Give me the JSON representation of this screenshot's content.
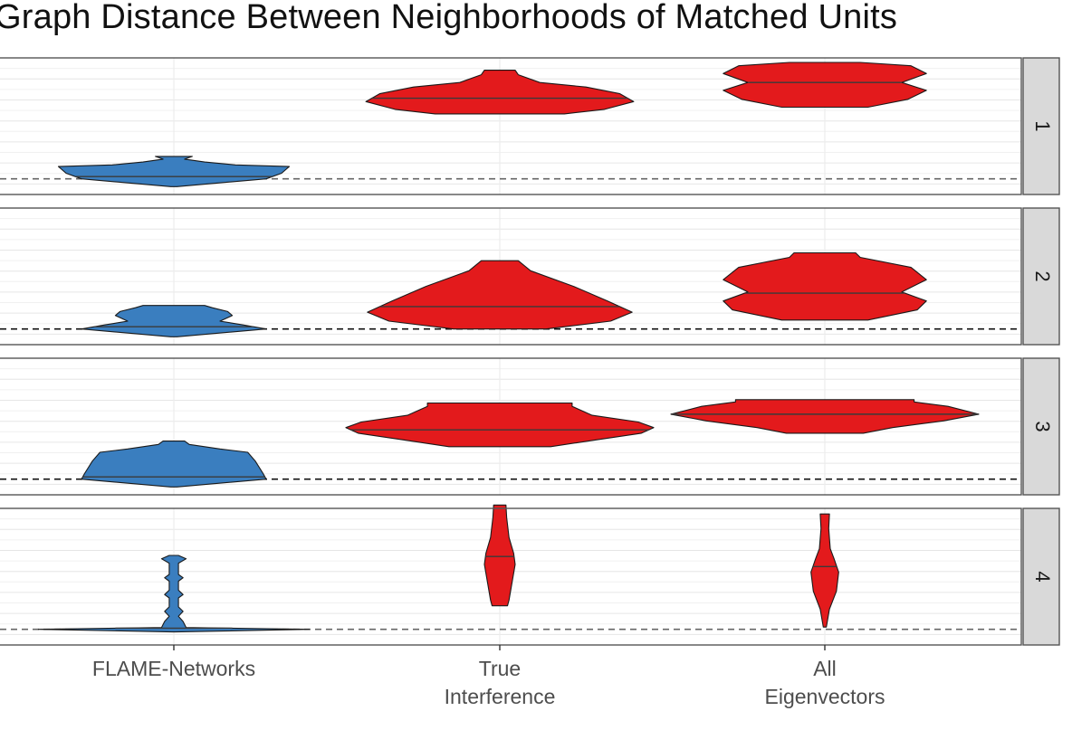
{
  "chart_data": {
    "type": "violin",
    "title": "Graph Distance Between Neighborhoods of Matched Units",
    "categories": [
      "FLAME-Networks",
      "True\nInterference",
      "All\nEigenvectors"
    ],
    "facets": [
      {
        "label": "1",
        "reference_line": 0,
        "violins": [
          {
            "category": "FLAME-Networks",
            "color": "#3a7ebf",
            "median": 0.1,
            "profile": [
              [
                -0.35,
                0.02
              ],
              [
                0.0,
                0.6
              ],
              [
                0.25,
                0.7
              ],
              [
                0.55,
                0.75
              ],
              [
                0.62,
                0.4
              ],
              [
                0.75,
                0.2
              ],
              [
                0.88,
                0.07
              ],
              [
                1.0,
                0.12
              ]
            ]
          },
          {
            "category": "True\nInterference",
            "color": "#e31a1c",
            "median": 3.6,
            "profile": [
              [
                2.9,
                0.42
              ],
              [
                3.1,
                0.68
              ],
              [
                3.45,
                0.87
              ],
              [
                3.8,
                0.78
              ],
              [
                4.1,
                0.56
              ],
              [
                4.3,
                0.26
              ],
              [
                4.65,
                0.12
              ],
              [
                4.85,
                0.1
              ]
            ]
          },
          {
            "category": "All\nEigenvectors",
            "color": "#e31a1c",
            "median": 4.3,
            "profile": [
              [
                3.2,
                0.28
              ],
              [
                3.55,
                0.54
              ],
              [
                3.95,
                0.66
              ],
              [
                4.3,
                0.5
              ],
              [
                4.7,
                0.66
              ],
              [
                5.05,
                0.56
              ],
              [
                5.2,
                0.23
              ]
            ]
          }
        ]
      },
      {
        "label": "2",
        "reference_line": 0,
        "violins": [
          {
            "category": "FLAME-Networks",
            "color": "#3a7ebf",
            "median": 0.1,
            "profile": [
              [
                -0.35,
                0.02
              ],
              [
                0.0,
                0.6
              ],
              [
                0.18,
                0.45
              ],
              [
                0.35,
                0.3
              ],
              [
                0.6,
                0.38
              ],
              [
                0.78,
                0.35
              ],
              [
                0.95,
                0.25
              ],
              [
                1.05,
                0.2
              ]
            ]
          },
          {
            "category": "True\nInterference",
            "color": "#e31a1c",
            "median": 1.0,
            "profile": [
              [
                -0.0,
                0.3
              ],
              [
                0.35,
                0.72
              ],
              [
                0.75,
                0.86
              ],
              [
                1.25,
                0.7
              ],
              [
                1.9,
                0.48
              ],
              [
                2.6,
                0.2
              ],
              [
                3.05,
                0.12
              ]
            ]
          },
          {
            "category": "All\nEigenvectors",
            "color": "#e31a1c",
            "median": 1.6,
            "profile": [
              [
                0.4,
                0.28
              ],
              [
                0.85,
                0.6
              ],
              [
                1.25,
                0.66
              ],
              [
                1.65,
                0.5
              ],
              [
                2.2,
                0.66
              ],
              [
                2.75,
                0.56
              ],
              [
                3.2,
                0.23
              ],
              [
                3.4,
                0.2
              ]
            ]
          }
        ]
      },
      {
        "label": "3",
        "reference_line": 0,
        "violins": [
          {
            "category": "FLAME-Networks",
            "color": "#3a7ebf",
            "median": 0.1,
            "profile": [
              [
                -0.35,
                0.02
              ],
              [
                0.0,
                0.6
              ],
              [
                0.25,
                0.58
              ],
              [
                0.8,
                0.53
              ],
              [
                1.2,
                0.48
              ],
              [
                1.35,
                0.3
              ],
              [
                1.55,
                0.1
              ],
              [
                1.7,
                0.07
              ]
            ]
          },
          {
            "category": "True\nInterference",
            "color": "#e31a1c",
            "median": 2.2,
            "profile": [
              [
                1.45,
                0.33
              ],
              [
                1.75,
                0.62
              ],
              [
                2.05,
                0.92
              ],
              [
                2.3,
                1.0
              ],
              [
                2.55,
                0.9
              ],
              [
                2.85,
                0.6
              ],
              [
                3.25,
                0.47
              ],
              [
                3.4,
                0.47
              ]
            ]
          },
          {
            "category": "All\nEigenvectors",
            "color": "#e31a1c",
            "median": 2.9,
            "profile": [
              [
                2.05,
                0.25
              ],
              [
                2.3,
                0.44
              ],
              [
                2.6,
                0.77
              ],
              [
                2.9,
                1.0
              ],
              [
                3.25,
                0.8
              ],
              [
                3.45,
                0.58
              ],
              [
                3.55,
                0.58
              ]
            ]
          }
        ]
      },
      {
        "label": "4",
        "reference_line": 0,
        "violins": [
          {
            "category": "FLAME-Networks",
            "color": "#3a7ebf",
            "median": 0.05,
            "profile": [
              [
                -0.12,
                0.01
              ],
              [
                0.0,
                0.88
              ],
              [
                0.08,
                0.08
              ],
              [
                0.35,
                0.06
              ],
              [
                0.58,
                0.03
              ],
              [
                0.8,
                0.06
              ],
              [
                1.0,
                0.03
              ],
              [
                1.4,
                0.03
              ],
              [
                1.55,
                0.06
              ],
              [
                1.75,
                0.03
              ],
              [
                2.15,
                0.03
              ],
              [
                2.3,
                0.06
              ],
              [
                2.45,
                0.03
              ],
              [
                2.95,
                0.03
              ],
              [
                3.15,
                0.08
              ],
              [
                3.3,
                0.03
              ]
            ]
          },
          {
            "category": "True\nInterference",
            "color": "#e31a1c",
            "median": 3.25,
            "profile": [
              [
                1.05,
                0.05
              ],
              [
                1.3,
                0.06
              ],
              [
                2.1,
                0.08
              ],
              [
                2.9,
                0.1
              ],
              [
                3.4,
                0.09
              ],
              [
                4.1,
                0.06
              ],
              [
                5.0,
                0.045
              ],
              [
                5.55,
                0.04
              ]
            ]
          },
          {
            "category": "All\nEigenvectors",
            "color": "#e31a1c",
            "median": 2.8,
            "profile": [
              [
                0.1,
                0.01
              ],
              [
                0.9,
                0.03
              ],
              [
                1.7,
                0.075
              ],
              [
                2.55,
                0.09
              ],
              [
                3.15,
                0.06
              ],
              [
                3.6,
                0.035
              ],
              [
                4.5,
                0.025
              ],
              [
                5.15,
                0.03
              ]
            ]
          }
        ]
      }
    ],
    "y_range": [
      -0.7,
      5.4
    ],
    "grid": true
  }
}
